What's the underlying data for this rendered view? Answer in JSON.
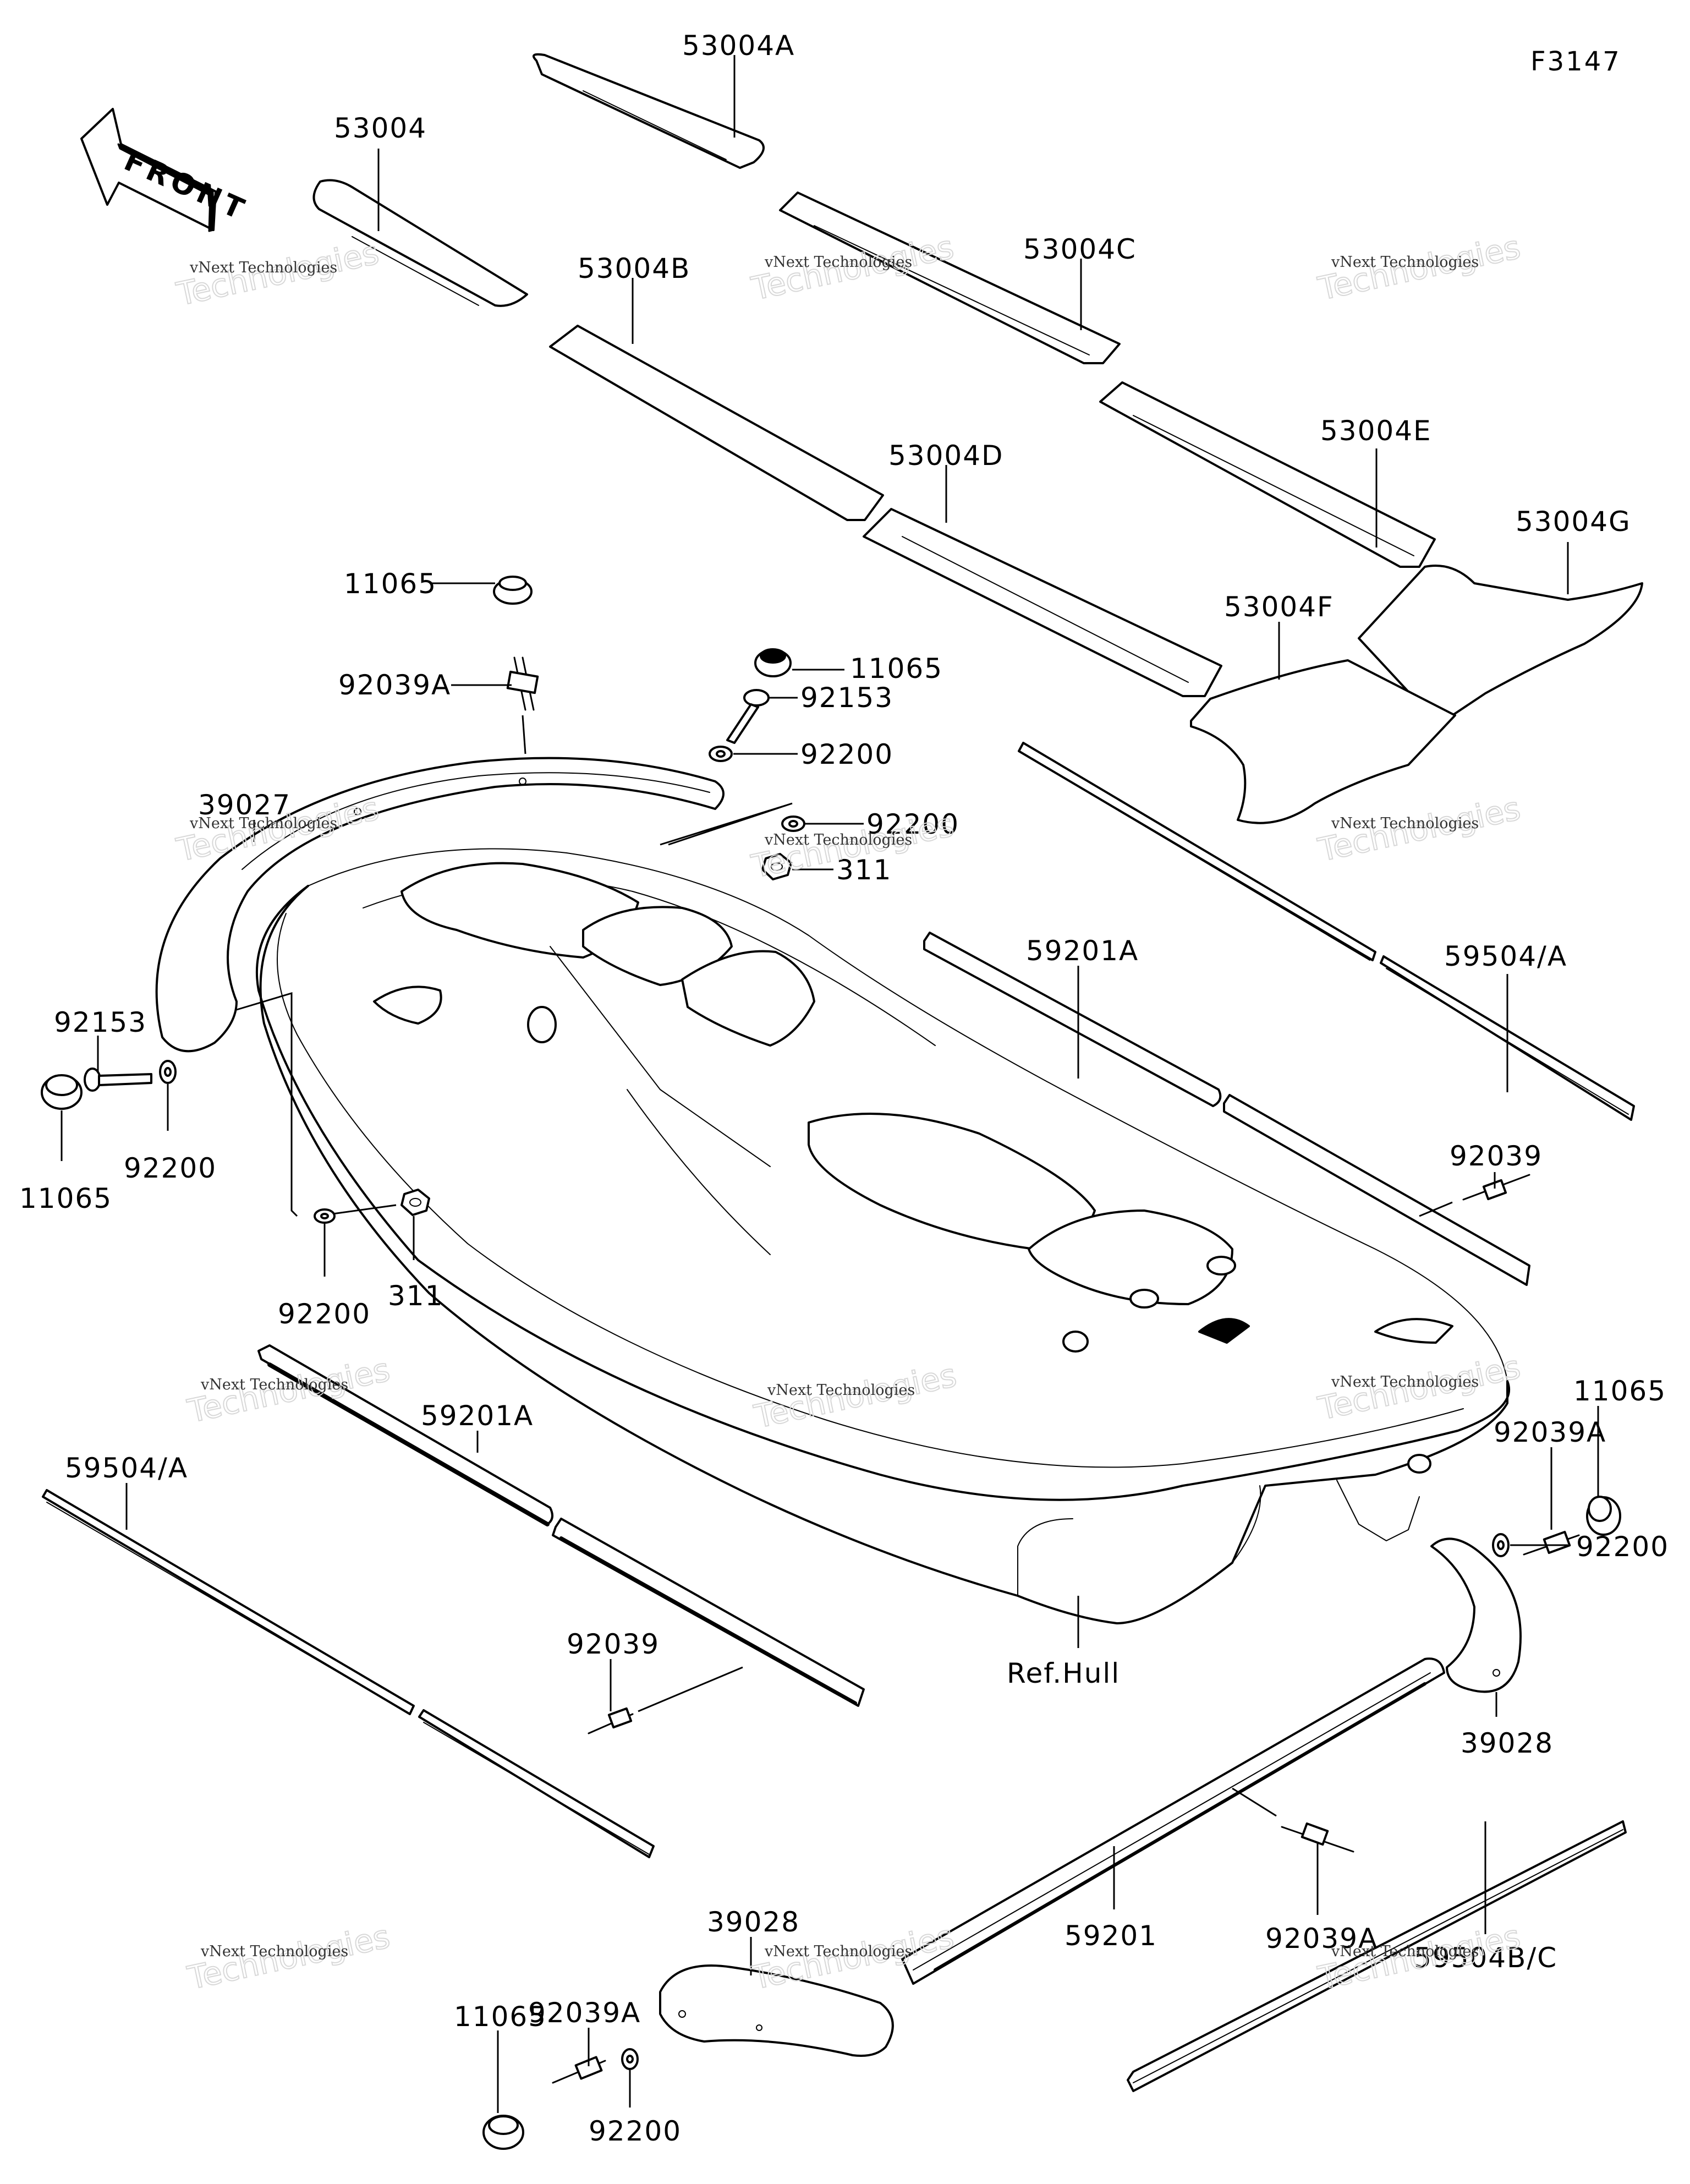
{
  "figure_code": "F3147",
  "front_arrow_label": "FRONT",
  "watermark": {
    "line1": "vNext Technologies",
    "line2": "Technologies"
  },
  "labels": {
    "p53004A": "53004A",
    "p53004": "53004",
    "p53004B": "53004B",
    "p53004C": "53004C",
    "p53004D": "53004D",
    "p53004E": "53004E",
    "p53004G": "53004G",
    "p53004F": "53004F",
    "p11065_top": "11065",
    "p92039A_top": "92039A",
    "p11065_mid": "11065",
    "p92153_mid": "92153",
    "p92200_mid": "92200",
    "p92200_mid2": "92200",
    "p311_mid": "311",
    "p39027": "39027",
    "p92153_left": "92153",
    "p11065_left": "11065",
    "p92200_left": "92200",
    "p92200_low": "92200",
    "p311_low": "311",
    "p59201A_right": "59201A",
    "p59504A_right": "59504/A",
    "p92039_right": "92039",
    "p59201A_left": "59201A",
    "p59504A_left": "59504/A",
    "p92039_left": "92039",
    "p_ref_hull": "Ref.Hull",
    "p11065_rr": "11065",
    "p92039A_rr": "92039A",
    "p92200_rr": "92200",
    "p39028_rr": "39028",
    "p92039A_br": "92039A",
    "p59201": "59201",
    "p59504BC": "59504B/C",
    "p39028_bl": "39028",
    "p92039A_bl": "92039A",
    "p11065_bl": "11065",
    "p92200_bl": "92200"
  },
  "style": {
    "line_color": "#000000",
    "background": "#ffffff"
  }
}
